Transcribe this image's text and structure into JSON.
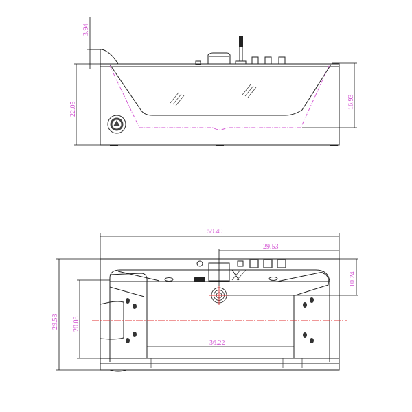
{
  "drawing": {
    "title": "Bathtub technical drawing",
    "colors": {
      "dimension_text": "#d14fd1",
      "centerline": "#e03030",
      "outline": "#222222",
      "water_line": "#d14fd1"
    }
  },
  "side_view": {
    "dimensions": {
      "headrest_height": "3.94",
      "total_height": "22.05",
      "inner_depth": "16.93"
    }
  },
  "top_view": {
    "dimensions": {
      "overall_length": "59.49",
      "drain_to_end": "29.53",
      "deck_to_drain": "10.24",
      "overall_width": "29.53",
      "inner_width": "20.08",
      "inner_bottom_length": "36.22"
    }
  }
}
